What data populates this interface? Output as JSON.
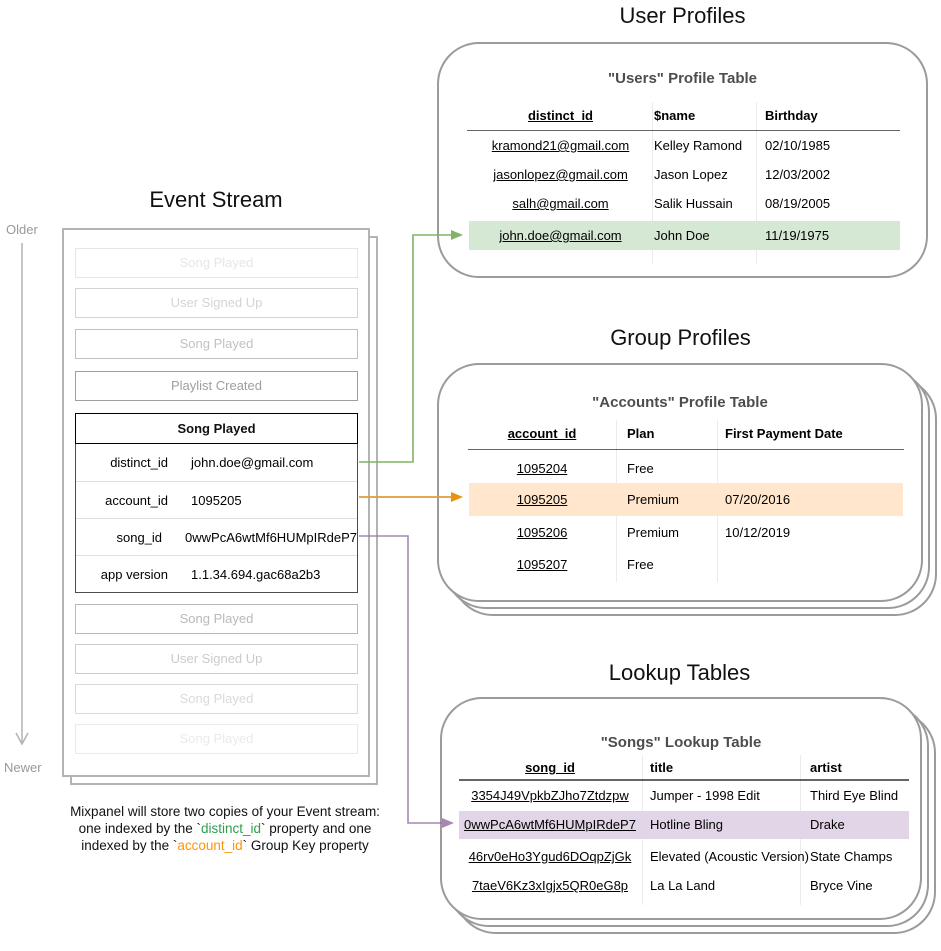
{
  "event_stream": {
    "title": "Event Stream",
    "older_label": "Older",
    "newer_label": "Newer",
    "events_before": [
      {
        "label": "Song Played"
      },
      {
        "label": "User Signed Up"
      },
      {
        "label": "Song Played"
      },
      {
        "label": "Playlist Created"
      }
    ],
    "expanded_event": {
      "title": "Song Played",
      "properties": [
        {
          "key": "distinct_id",
          "value": "john.doe@gmail.com"
        },
        {
          "key": "account_id",
          "value": "1095205"
        },
        {
          "key": "song_id",
          "value": "0wwPcA6wtMf6HUMpIRdeP7"
        },
        {
          "key": "app version",
          "value": "1.1.34.694.gac68a2b3"
        }
      ]
    },
    "events_after": [
      {
        "label": "Song Played"
      },
      {
        "label": "User Signed Up"
      },
      {
        "label": "Song Played"
      },
      {
        "label": "Song Played"
      }
    ]
  },
  "user_profiles": {
    "section_title": "User Profiles",
    "table_title": "\"Users\" Profile Table",
    "columns": [
      "distinct_id",
      "$name",
      "Birthday"
    ],
    "rows": [
      {
        "distinct_id": "kramond21@gmail.com",
        "name": "Kelley Ramond",
        "birthday": "02/10/1985"
      },
      {
        "distinct_id": "jasonlopez@gmail.com",
        "name": "Jason Lopez",
        "birthday": "12/03/2002"
      },
      {
        "distinct_id": "salh@gmail.com",
        "name": "Salik Hussain",
        "birthday": "08/19/2005"
      },
      {
        "distinct_id": "john.doe@gmail.com",
        "name": "John Doe",
        "birthday": "11/19/1975"
      }
    ],
    "highlighted_row": "john.doe@gmail.com"
  },
  "group_profiles": {
    "section_title": "Group Profiles",
    "table_title": "\"Accounts\" Profile Table",
    "columns": [
      "account_id",
      "Plan",
      "First Payment Date"
    ],
    "rows": [
      {
        "account_id": "1095204",
        "plan": "Free",
        "first_payment_date": ""
      },
      {
        "account_id": "1095205",
        "plan": "Premium",
        "first_payment_date": "07/20/2016"
      },
      {
        "account_id": "1095206",
        "plan": "Premium",
        "first_payment_date": "10/12/2019"
      },
      {
        "account_id": "1095207",
        "plan": "Free",
        "first_payment_date": ""
      }
    ],
    "highlighted_row": "1095205"
  },
  "lookup_tables": {
    "section_title": "Lookup Tables",
    "table_title": "\"Songs\" Lookup Table",
    "columns": [
      "song_id",
      "title",
      "artist"
    ],
    "rows": [
      {
        "song_id": "3354J49VpkbZJho7Ztdzpw",
        "title": "Jumper - 1998 Edit",
        "artist": "Third Eye Blind"
      },
      {
        "song_id": "0wwPcA6wtMf6HUMpIRdeP7",
        "title": "Hotline Bling",
        "artist": "Drake"
      },
      {
        "song_id": "46rv0eHo3Ygud6DOqpZjGk",
        "title": "Elevated (Acoustic Version)",
        "artist": "State Champs"
      },
      {
        "song_id": "7taeV6Kz3xIgjx5QR0eG8p",
        "title": "La La Land",
        "artist": "Bryce Vine"
      }
    ],
    "highlighted_row": "0wwPcA6wtMf6HUMpIRdeP7"
  },
  "caption": {
    "line1": "Mixpanel will store two copies of your Event stream:",
    "line2_pre": "one indexed by the `",
    "line2_highlight": "distinct_id",
    "line2_post": "` property and one",
    "line3_pre": "indexed by the `",
    "line3_highlight": "account_id",
    "line3_post": "` Group Key property"
  },
  "colors": {
    "highlight_green": "#d5e8d4",
    "highlight_orange": "#ffe6cc",
    "highlight_purple": "#e1d5e7",
    "arrow_green": "#82b366",
    "arrow_orange": "#df9d35",
    "arrow_purple": "#9673a6",
    "arrow_gray": "#b3b3b3",
    "caption_green": "#2e9e4f",
    "caption_orange": "#ff9408",
    "card_border": "#9b9b9b"
  }
}
